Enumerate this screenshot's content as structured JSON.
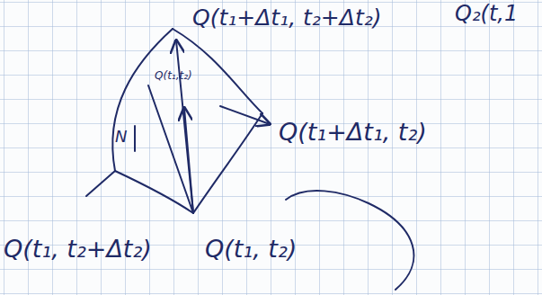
{
  "diagram": {
    "labels": [
      "Q(t₁+Δt₁, t₂+Δt₂)",
      "Q(t₁+Δt₁, t₂)",
      "Q(t₁, t₂+Δt₂)",
      "Q(t₁, t₂)",
      "N",
      "Q(t₁,t₂)",
      "Q₂(t,1"
    ]
  }
}
